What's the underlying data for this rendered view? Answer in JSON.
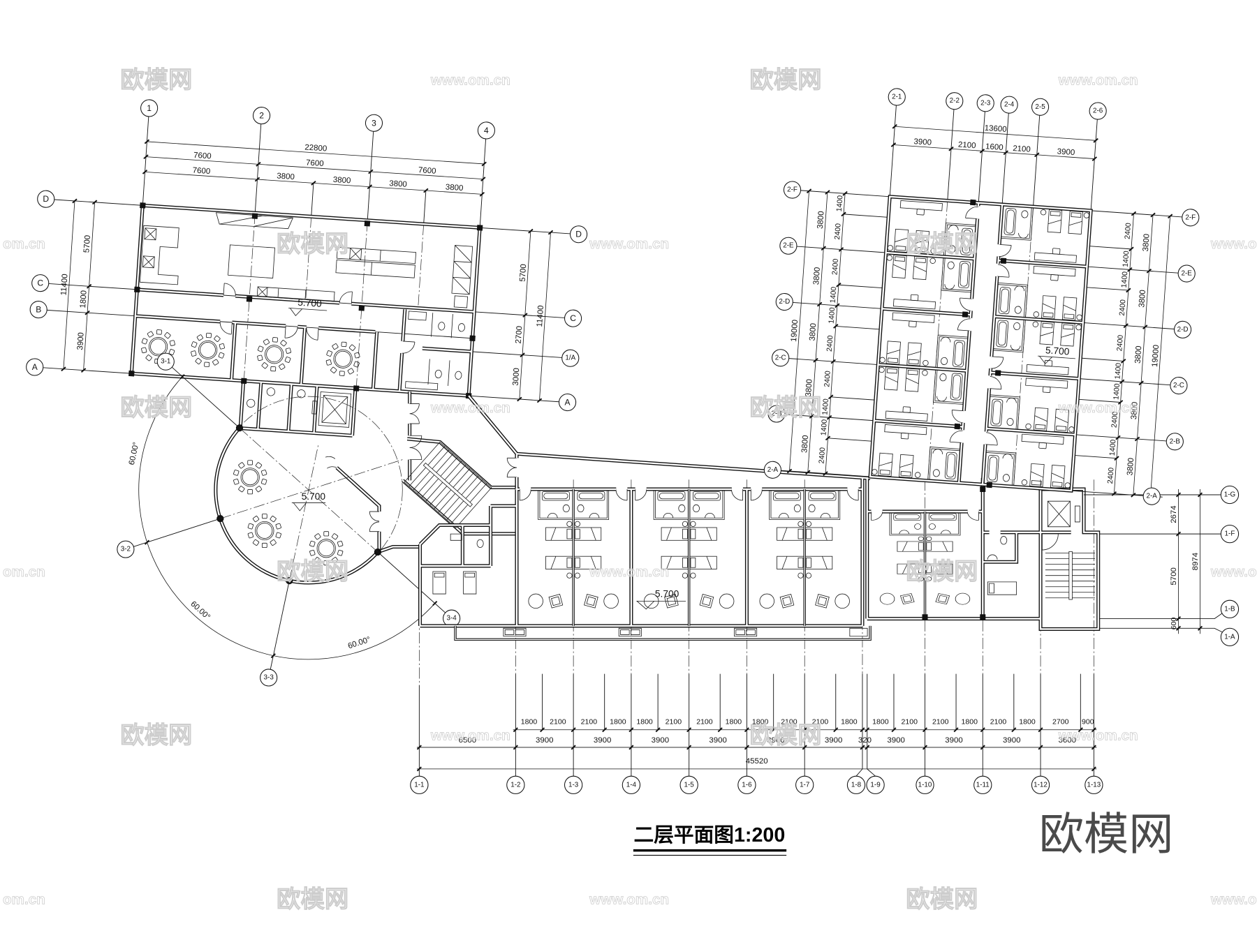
{
  "drawing": {
    "title": "二层平面图1:200",
    "brand_logo": "欧模网"
  },
  "watermarks": {
    "logo_text": "欧模网",
    "url_text": "www.om.cn",
    "url_partial": "om.cn"
  },
  "colors": {
    "linework": "#111111",
    "watermark_outline": "#cdcdcd",
    "brand_logo": "#4a4a4a",
    "background": "#ffffff"
  },
  "left_block": {
    "axis_bubbles_top": [
      "1",
      "2",
      "3",
      "4"
    ],
    "axis_bubbles_left": [
      "D",
      "C",
      "B",
      "A"
    ],
    "axis_bubbles_right": [
      "D",
      "C",
      "1/A",
      "A"
    ],
    "dims_top": {
      "overall": "22800",
      "row2": [
        "7600",
        "7600",
        "7600"
      ],
      "row3": [
        "7600",
        "3800",
        "3800",
        "3800",
        "3800"
      ]
    },
    "dims_left": {
      "overall": "11400",
      "parts": [
        "5700",
        "1800",
        "3900"
      ]
    },
    "dims_right": {
      "overall": "11400",
      "parts": [
        "5700",
        "2700",
        "3000"
      ]
    },
    "elevation": "5.700"
  },
  "hall": {
    "axis_bubbles": [
      "3-1",
      "3-2",
      "3-3",
      "3-4"
    ],
    "angle_labels": [
      "60.00°",
      "60.00°",
      "60.00°"
    ],
    "elevation": "5.700"
  },
  "tower": {
    "axis_bubbles_top": [
      "2-1",
      "2-2",
      "2-3",
      "2-4",
      "2-5",
      "2-6"
    ],
    "axis_bubbles_left": [
      "2-F",
      "2-E",
      "2-D",
      "2-C",
      "2-B",
      "2-A"
    ],
    "axis_bubbles_right": [
      "2-F",
      "2-E",
      "2-D",
      "2-C",
      "2-B",
      "2-A"
    ],
    "dims_top": {
      "overall": "13600",
      "parts": [
        "3900",
        "2100",
        "1600",
        "2100",
        "3900"
      ]
    },
    "dims_left": {
      "overall": "19000",
      "bays": [
        "3800",
        "3800",
        "3800",
        "3800",
        "3800"
      ],
      "parts": [
        "1400",
        "2400",
        "2400",
        "1400",
        "1400",
        "2400",
        "2400",
        "1400",
        "1400",
        "2400"
      ]
    },
    "dims_right": {
      "overall": "19000",
      "bays": [
        "3800",
        "3800",
        "3800",
        "3800",
        "3800"
      ],
      "parts": [
        "2400",
        "1400",
        "1400",
        "2400",
        "2400",
        "1400",
        "1400",
        "2400",
        "1400",
        "2400"
      ]
    },
    "elevation": "5.700"
  },
  "wing": {
    "axis_bubbles_bottom": [
      "1-1",
      "1-2",
      "1-3",
      "1-4",
      "1-5",
      "1-6",
      "1-7",
      "1-8",
      "1-9",
      "1-10",
      "1-11",
      "1-12",
      "1-13"
    ],
    "axis_bubbles_right": [
      "1-G",
      "1-F",
      "1-B",
      "1-A"
    ],
    "dims_bottom": {
      "row1": [
        "1800",
        "2100",
        "2100",
        "1800",
        "1800",
        "2100",
        "2100",
        "1800",
        "1800",
        "2100",
        "2100",
        "1800",
        "1800",
        "2100",
        "2100",
        "1800",
        "2100",
        "1800",
        "2700",
        "900"
      ],
      "row2": [
        "6500",
        "3900",
        "3900",
        "3900",
        "3900",
        "3900",
        "3900",
        "320",
        "3900",
        "3900",
        "3900",
        "3600"
      ],
      "overall": "45520"
    },
    "dims_right": {
      "parts": [
        "2674",
        "5700",
        "600"
      ],
      "overall": "8974"
    },
    "elevation": "5.700"
  }
}
